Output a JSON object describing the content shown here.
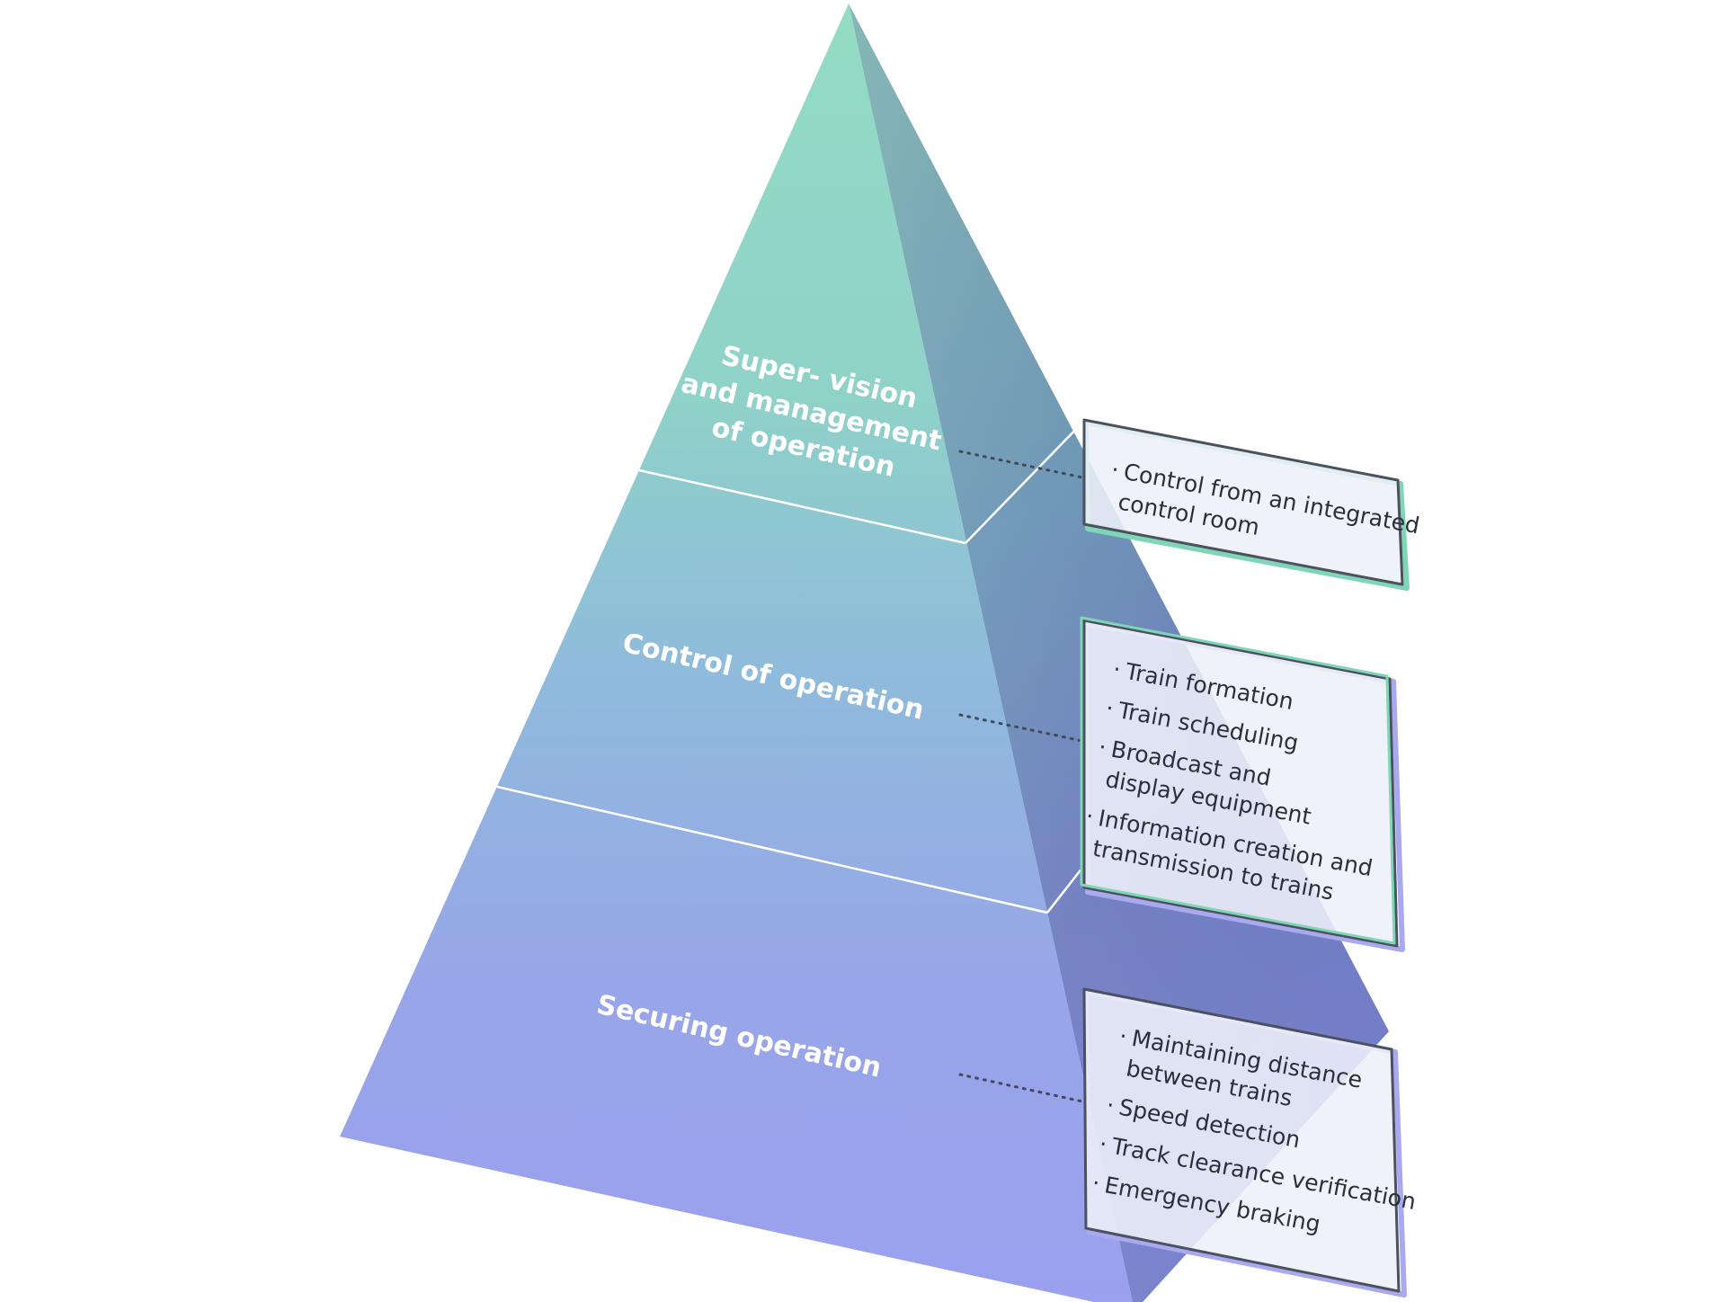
{
  "diagram": {
    "tiers": [
      {
        "id": "top",
        "label_lines": [
          "Super- vision",
          "and management",
          "of operation"
        ],
        "items": [
          "Control from an integrated",
          "control room"
        ],
        "bullets": [
          0
        ],
        "accent": "#7fd6b4"
      },
      {
        "id": "middle",
        "label_lines": [
          "Control of operation"
        ],
        "items": [
          "Train formation",
          "Train scheduling",
          "Broadcast and",
          "display equipment",
          "Information creation and",
          "transmission to trains"
        ],
        "bullets": [
          0,
          1,
          2,
          4
        ],
        "accent": "#7fd6b4"
      },
      {
        "id": "bottom",
        "label_lines": [
          "Securing operation"
        ],
        "items": [
          "Maintaining distance",
          "between trains",
          "Speed detection",
          "Track clearance verification",
          "Emergency braking"
        ],
        "bullets": [
          0,
          2,
          3,
          4
        ],
        "accent": "#a9a9ef"
      }
    ],
    "bullet_char": "·",
    "colors": {
      "front_top": "#94dcc4",
      "front_mid": "#90b8dc",
      "front_bottom": "#9ba0ef",
      "side_top": "#7ab0ae",
      "side_bottom": "#7880cc",
      "divider": "#ffffff",
      "connector": "#444a55",
      "card_fill": "#eef0f9",
      "card_border_dark": "#4b5160"
    }
  }
}
